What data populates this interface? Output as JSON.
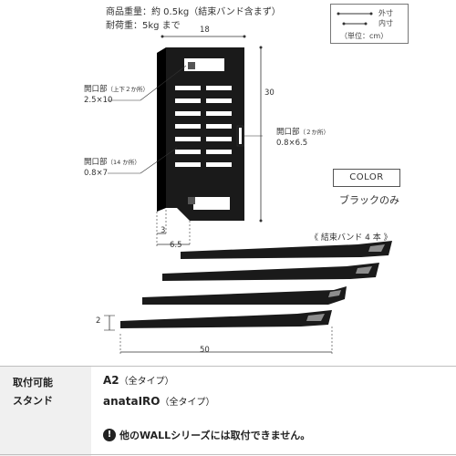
{
  "specs": {
    "weight": "商品重量：約 0.5kg（結束バンド含まず）",
    "load": "耐荷重：5kg まで"
  },
  "legend": {
    "outer": "外寸",
    "inner": "内寸",
    "unit": "（単位：cm）"
  },
  "dimensions": {
    "width": "18",
    "height": "30",
    "bottom_inner": "3",
    "bottom_outer": "6.5",
    "band_length": "50",
    "band_width": "2"
  },
  "openings": {
    "top": {
      "title": "開口部",
      "note": "（上下２か所）",
      "size": "2.5×10"
    },
    "side": {
      "title": "開口部",
      "note": "（２か所）",
      "size": "0.8×6.5"
    },
    "slots": {
      "title": "開口部",
      "note": "（14 か所）",
      "size": "0.8×7"
    }
  },
  "color": {
    "heading": "COLOR",
    "value": "ブラックのみ"
  },
  "bands": {
    "caption": "《 結束バンド 4 本 》"
  },
  "compat": {
    "title_line1": "取付可能",
    "title_line2": "スタンド",
    "stand1_name": "A2",
    "stand1_note": "（全タイプ）",
    "stand2_name": "anataIRO",
    "stand2_note": "（全タイプ）",
    "warning_icon": "!",
    "warning": "他のWALLシリーズには取付できません。"
  },
  "colors": {
    "product": "#1a1a1a",
    "footer_bg": "#f0f0f0"
  }
}
